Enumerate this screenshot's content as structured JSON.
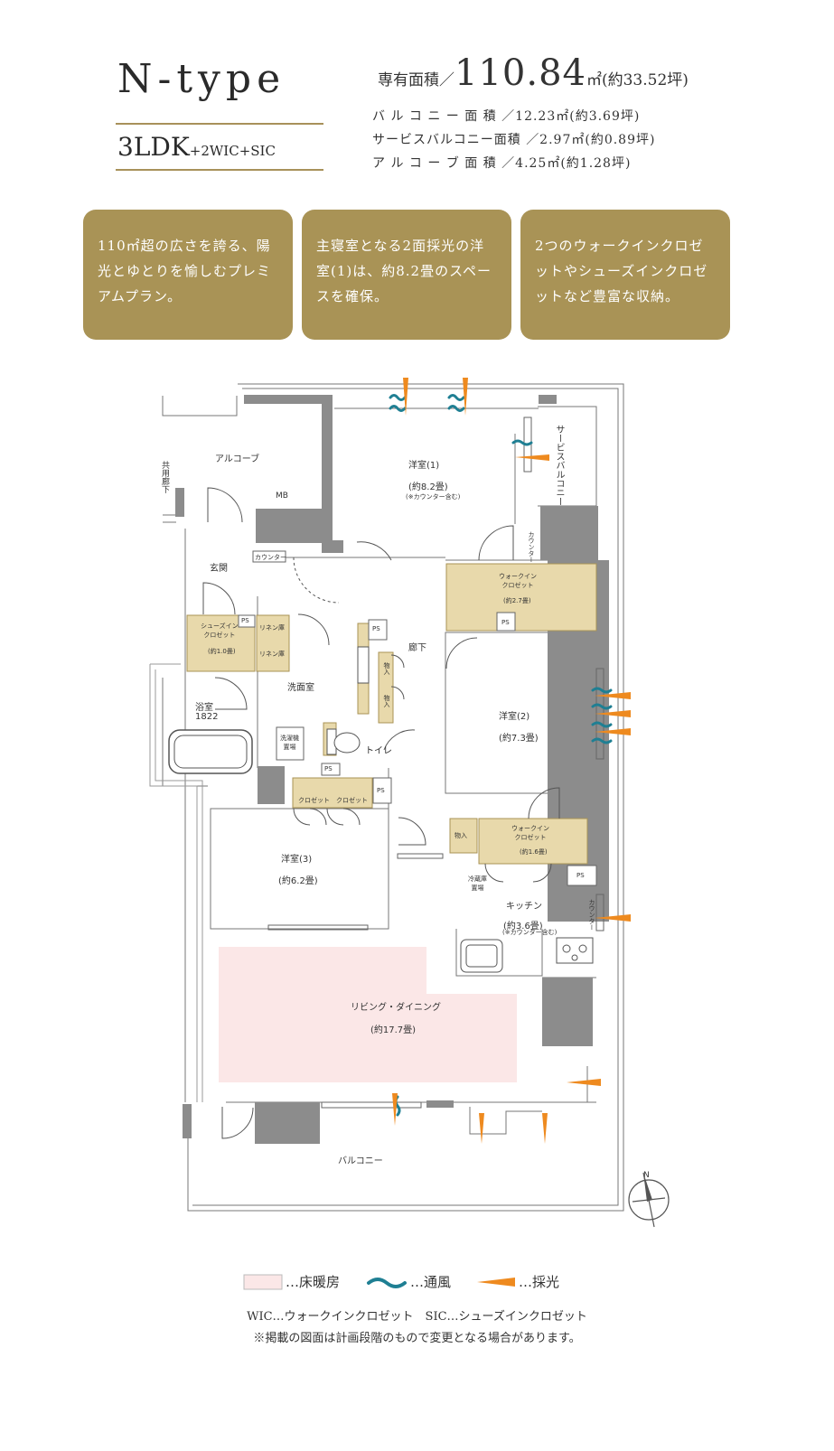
{
  "header": {
    "type_name": "N-type",
    "layout_main": "3LDK",
    "layout_sub": "+2WIC+SIC",
    "exclusive_area_label": "専有面積／",
    "exclusive_area_value": "110.84",
    "exclusive_area_unit": "㎡(約33.52坪)",
    "areas": [
      {
        "label": "バ ル コ ニ ー 面 積",
        "value": "／12.23㎡(約3.69坪)"
      },
      {
        "label": "サービスバルコニー面積",
        "value": "／2.97㎡(約0.89坪)"
      },
      {
        "label": "ア ル コ ー ブ 面 積",
        "value": "／4.25㎡(約1.28坪)"
      }
    ]
  },
  "features": [
    {
      "text": "110㎡超の広さを誇る、陽光とゆとりを愉しむプレミアムプラン。"
    },
    {
      "text": "主寝室となる2面採光の洋室(1)は、約8.2畳のスペースを確保。"
    },
    {
      "text": "2つのウォークインクロゼットやシューズインクロゼットなど豊富な収納。"
    }
  ],
  "floorplan": {
    "alcove": "アルコーブ",
    "common_corridor": "共用廊下",
    "mb": "MB",
    "room1_name": "洋室(1)",
    "room1_size": "(約8.2畳)",
    "room1_note": "(※カウンター含む)",
    "service_balcony": "サービスバルコニー",
    "counter": "カウンター",
    "counter_top": "カウンター",
    "entrance": "玄関",
    "wic1_name": "ウォークイン\nクロゼット",
    "wic1_size": "(約2.7畳)",
    "sic_name": "シューズイン\nクロゼット",
    "sic_size": "(約1.0畳)",
    "linen1": "リネン庫",
    "linen2": "リネン庫",
    "ps": "PS",
    "corridor": "廊下",
    "storage": "物入",
    "washroom": "洗面室",
    "bath_name": "浴室",
    "bath_size": "1822",
    "washer": "洗濯機\n置場",
    "toilet": "トイレ",
    "room2_name": "洋室(2)",
    "room2_size": "(約7.3畳)",
    "closet1": "クロゼット",
    "closet2": "クロゼット",
    "wic2_name": "ウォークイン\nクロゼット",
    "wic2_size": "(約1.6畳)",
    "room3_name": "洋室(3)",
    "room3_size": "(約6.2畳)",
    "fridge": "冷蔵庫\n置場",
    "kitchen_name": "キッチン",
    "kitchen_size": "(約3.6畳)",
    "kitchen_note": "(※カウンター含む)",
    "counter_right": "カウンター",
    "ld_name": "リビング・ダイニング",
    "ld_size": "(約17.7畳)",
    "balcony": "バルコニー",
    "north": "N"
  },
  "legend": {
    "floor_heating": "…床暖房",
    "ventilation": "…通風",
    "daylight": "…採光"
  },
  "notes": {
    "abbrev": "WIC…ウォークインクロゼット　SIC…シューズインクロゼット",
    "disclaimer": "※掲載の図面は計画段階のもので変更となる場合があります。"
  },
  "colors": {
    "gold": "#a99356",
    "storage_fill": "#e8d9ab",
    "floor_heating": "#fbe7e7",
    "wall": "#8c8c8c",
    "wind": "#1f7f93",
    "light": "#ee8a1f"
  }
}
